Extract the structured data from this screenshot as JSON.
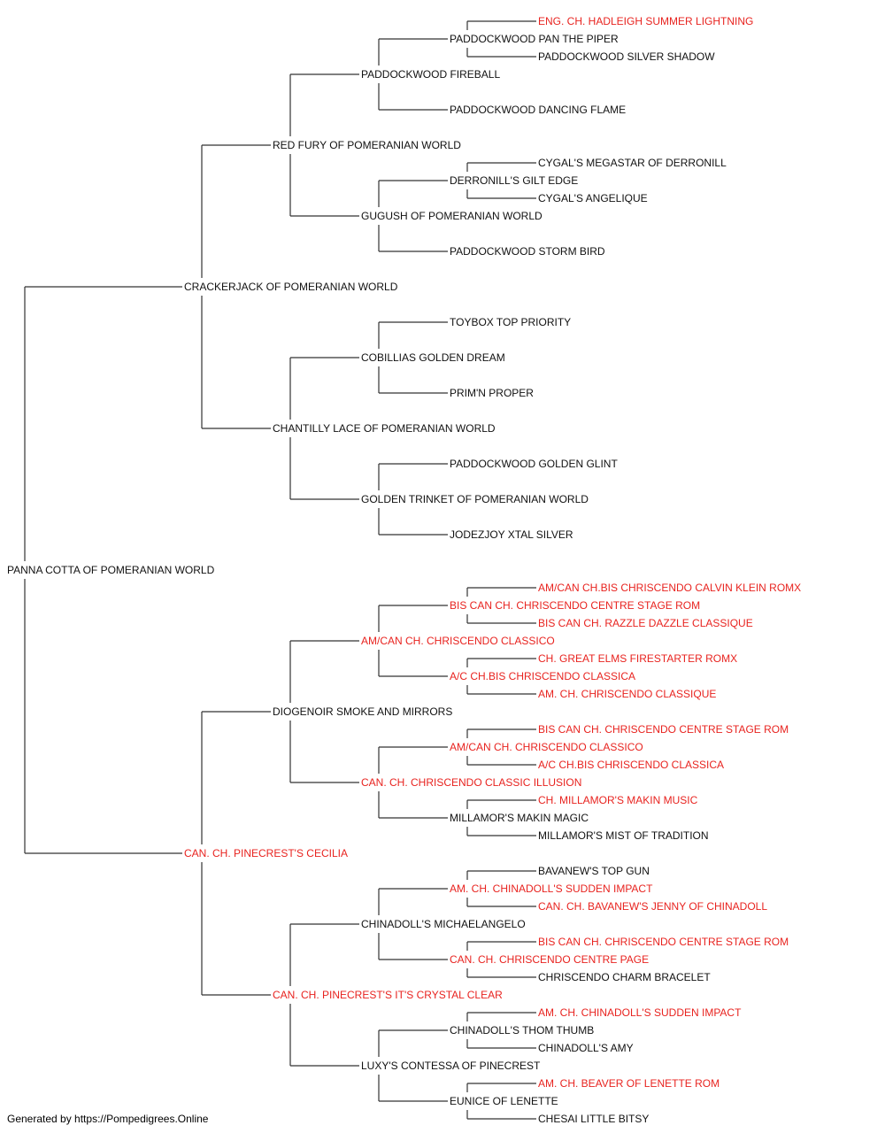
{
  "colors": {
    "champion": "#e8231f",
    "normal": "#111111",
    "line": "#333333"
  },
  "pedigree": {
    "name": "PANNA COTTA OF POMERANIAN WORLD",
    "ch": false,
    "sire": {
      "name": "CRACKERJACK OF POMERANIAN WORLD",
      "ch": false,
      "sire": {
        "name": "RED FURY OF POMERANIAN WORLD",
        "ch": false,
        "sire": {
          "name": "PADDOCKWOOD FIREBALL",
          "ch": false,
          "sire": {
            "name": "PADDOCKWOOD PAN THE PIPER",
            "ch": false,
            "sire": {
              "name": "ENG. CH. HADLEIGH SUMMER LIGHTNING",
              "ch": true
            },
            "dam": {
              "name": "PADDOCKWOOD SILVER SHADOW",
              "ch": false
            }
          },
          "dam": {
            "name": "PADDOCKWOOD DANCING FLAME",
            "ch": false
          }
        },
        "dam": {
          "name": "GUGUSH OF POMERANIAN WORLD",
          "ch": false,
          "sire": {
            "name": "DERRONILL'S GILT EDGE",
            "ch": false,
            "sire": {
              "name": "CYGAL'S MEGASTAR OF DERRONILL",
              "ch": false
            },
            "dam": {
              "name": "CYGAL'S ANGELIQUE",
              "ch": false
            }
          },
          "dam": {
            "name": "PADDOCKWOOD STORM BIRD",
            "ch": false
          }
        }
      },
      "dam": {
        "name": "CHANTILLY LACE OF POMERANIAN WORLD",
        "ch": false,
        "sire": {
          "name": "COBILLIAS GOLDEN DREAM",
          "ch": false,
          "sire": {
            "name": "TOYBOX TOP PRIORITY",
            "ch": false
          },
          "dam": {
            "name": "PRIM'N PROPER",
            "ch": false
          }
        },
        "dam": {
          "name": "GOLDEN TRINKET OF POMERANIAN WORLD",
          "ch": false,
          "sire": {
            "name": "PADDOCKWOOD GOLDEN GLINT",
            "ch": false
          },
          "dam": {
            "name": "JODEZJOY XTAL SILVER",
            "ch": false
          }
        }
      }
    },
    "dam": {
      "name": "CAN. CH. PINECREST'S CECILIA",
      "ch": true,
      "sire": {
        "name": "DIOGENOIR SMOKE AND MIRRORS",
        "ch": false,
        "sire": {
          "name": "AM/CAN CH. CHRISCENDO CLASSICO",
          "ch": true,
          "sire": {
            "name": "BIS CAN CH. CHRISCENDO CENTRE STAGE ROM",
            "ch": true,
            "sire": {
              "name": "AM/CAN CH.BIS CHRISCENDO CALVIN KLEIN ROMX",
              "ch": true
            },
            "dam": {
              "name": "BIS CAN CH. RAZZLE DAZZLE CLASSIQUE",
              "ch": true
            }
          },
          "dam": {
            "name": "A/C CH.BIS CHRISCENDO CLASSICA",
            "ch": true,
            "sire": {
              "name": "CH. GREAT ELMS FIRESTARTER ROMX",
              "ch": true
            },
            "dam": {
              "name": "AM. CH. CHRISCENDO CLASSIQUE",
              "ch": true
            }
          }
        },
        "dam": {
          "name": "CAN. CH. CHRISCENDO CLASSIC ILLUSION",
          "ch": true,
          "sire": {
            "name": "AM/CAN CH. CHRISCENDO CLASSICO",
            "ch": true,
            "sire": {
              "name": "BIS CAN CH. CHRISCENDO CENTRE STAGE ROM",
              "ch": true
            },
            "dam": {
              "name": "A/C CH.BIS CHRISCENDO CLASSICA",
              "ch": true
            }
          },
          "dam": {
            "name": "MILLAMOR'S MAKIN MAGIC",
            "ch": false,
            "sire": {
              "name": "CH. MILLAMOR'S MAKIN MUSIC",
              "ch": true
            },
            "dam": {
              "name": "MILLAMOR'S MIST OF TRADITION",
              "ch": false
            }
          }
        }
      },
      "dam": {
        "name": "CAN. CH. PINECREST'S IT'S CRYSTAL CLEAR",
        "ch": true,
        "sire": {
          "name": "CHINADOLL'S MICHAELANGELO",
          "ch": false,
          "sire": {
            "name": "AM. CH. CHINADOLL'S SUDDEN IMPACT",
            "ch": true,
            "sire": {
              "name": "BAVANEW'S TOP GUN",
              "ch": false
            },
            "dam": {
              "name": "CAN. CH. BAVANEW'S JENNY OF CHINADOLL",
              "ch": true
            }
          },
          "dam": {
            "name": "CAN. CH. CHRISCENDO CENTRE PAGE",
            "ch": true,
            "sire": {
              "name": "BIS CAN CH. CHRISCENDO CENTRE STAGE ROM",
              "ch": true
            },
            "dam": {
              "name": "CHRISCENDO CHARM BRACELET",
              "ch": false
            }
          }
        },
        "dam": {
          "name": "LUXY'S CONTESSA OF PINECREST",
          "ch": false,
          "sire": {
            "name": "CHINADOLL'S THOM THUMB",
            "ch": false,
            "sire": {
              "name": "AM. CH. CHINADOLL'S SUDDEN IMPACT",
              "ch": true
            },
            "dam": {
              "name": "CHINADOLL'S AMY",
              "ch": false
            }
          },
          "dam": {
            "name": "EUNICE OF LENETTE",
            "ch": false,
            "sire": {
              "name": "AM. CH. BEAVER OF LENETTE ROM",
              "ch": true
            },
            "dam": {
              "name": "CHESAI LITTLE BITSY",
              "ch": false
            }
          }
        }
      }
    }
  },
  "footer": "Generated by https://Pompedigrees.Online"
}
